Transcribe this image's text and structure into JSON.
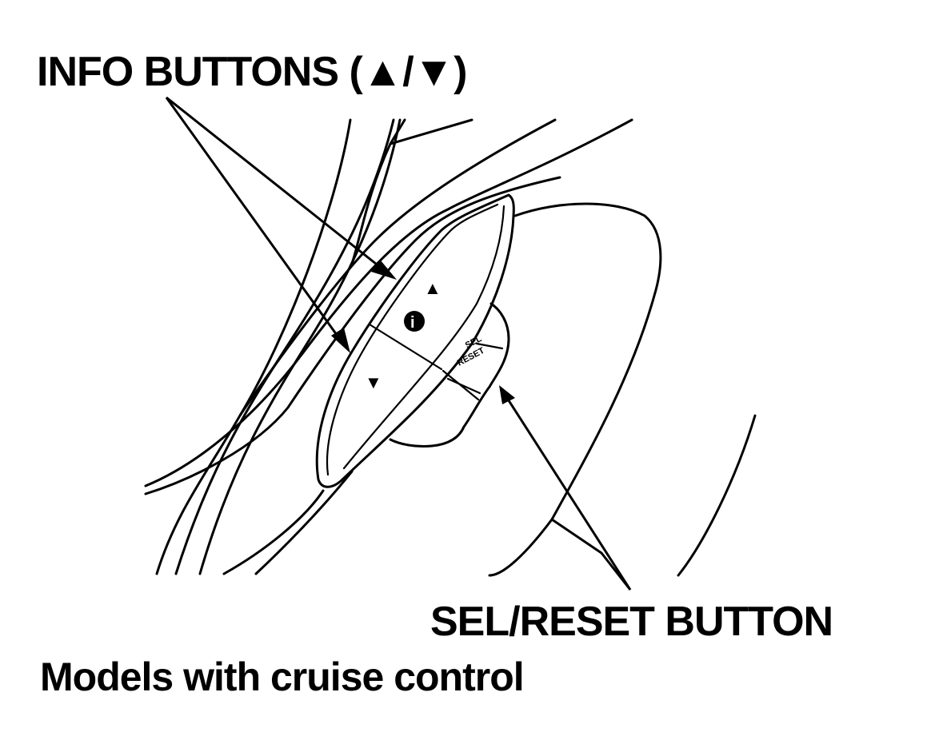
{
  "labels": {
    "info_buttons": "INFO BUTTONS (▲/▼)",
    "sel_reset_button": "SEL/RESET BUTTON",
    "models": "Models with cruise control"
  },
  "switch": {
    "up_symbol": "▲",
    "down_symbol": "▼",
    "info_symbol": "i",
    "sel_line1": "SEL",
    "sel_line2": "RESET"
  }
}
